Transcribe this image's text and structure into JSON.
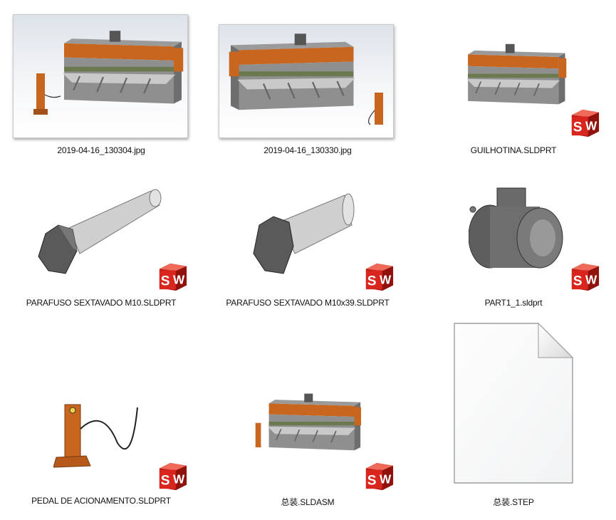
{
  "view": "large-icons",
  "files": [
    {
      "name": "2019-04-16_130304.jpg",
      "type": "image-thumbnail",
      "icon": "machine-preview-image"
    },
    {
      "name": "2019-04-16_130330.jpg",
      "type": "image-thumbnail",
      "icon": "machine-preview-image"
    },
    {
      "name": "GUILHOTINA.SLDPRT",
      "type": "solidworks-part",
      "icon": "solidworks-icon"
    },
    {
      "name": "PARAFUSO SEXTAVADO M10.SLDPRT",
      "type": "solidworks-part",
      "icon": "solidworks-icon"
    },
    {
      "name": "PARAFUSO SEXTAVADO M10x39.SLDPRT",
      "type": "solidworks-part",
      "icon": "solidworks-icon"
    },
    {
      "name": "PART1_1.sldprt",
      "type": "solidworks-part",
      "icon": "solidworks-icon"
    },
    {
      "name": "PEDAL DE ACIONAMENTO.SLDPRT",
      "type": "solidworks-part",
      "icon": "solidworks-icon"
    },
    {
      "name": "总装.SLDASM",
      "type": "solidworks-assembly",
      "icon": "solidworks-icon"
    },
    {
      "name": "总装.STEP",
      "type": "generic-file",
      "icon": "blank-document-icon"
    }
  ],
  "colors": {
    "sw_red": "#d8261e",
    "machine_orange": "#c8651e",
    "machine_gray": "#8a8a8a"
  }
}
